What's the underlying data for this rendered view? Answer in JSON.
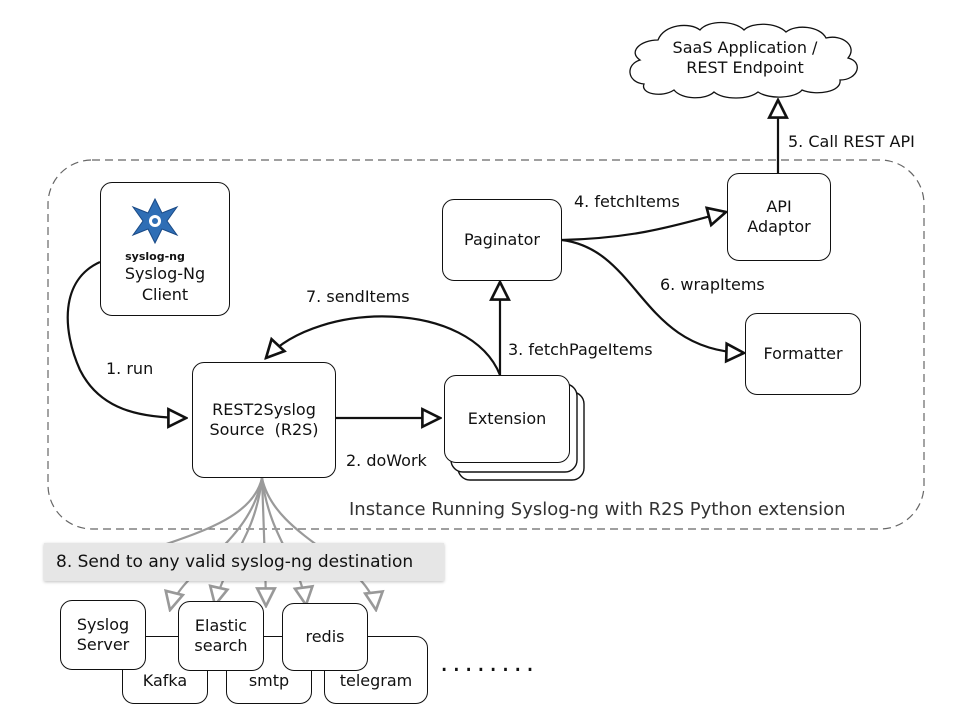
{
  "cloud": {
    "line1": "SaaS Application /",
    "line2": "REST Endpoint"
  },
  "instance_caption": "Instance Running Syslog-ng with R2S Python extension",
  "nodes": {
    "client": {
      "logo_text": "syslog-ng",
      "line1": "Syslog-Ng",
      "line2": "Client"
    },
    "r2s": {
      "line1": "REST2Syslog",
      "line2": "Source  (R2S)"
    },
    "extension": {
      "label": "Extension"
    },
    "paginator": {
      "label": "Paginator"
    },
    "api_adaptor": {
      "line1": "API",
      "line2": "Adaptor"
    },
    "formatter": {
      "label": "Formatter"
    }
  },
  "edges": {
    "run": "1. run",
    "do_work": "2. doWork",
    "fetch_page_items": "3. fetchPageItems",
    "fetch_items": "4. fetchItems",
    "call_rest_api": "5. Call REST API",
    "wrap_items": "6. wrapItems",
    "send_items": "7. sendItems"
  },
  "banner": "8. Send to any valid syslog-ng destination",
  "destinations": {
    "syslog_server": {
      "line1": "Syslog",
      "line2": "Server"
    },
    "elastic_search": {
      "line1": "Elastic",
      "line2": "search"
    },
    "redis": "redis",
    "kafka": "Kafka",
    "smtp": "smtp",
    "telegram": "telegram"
  },
  "more_indicator": "........"
}
